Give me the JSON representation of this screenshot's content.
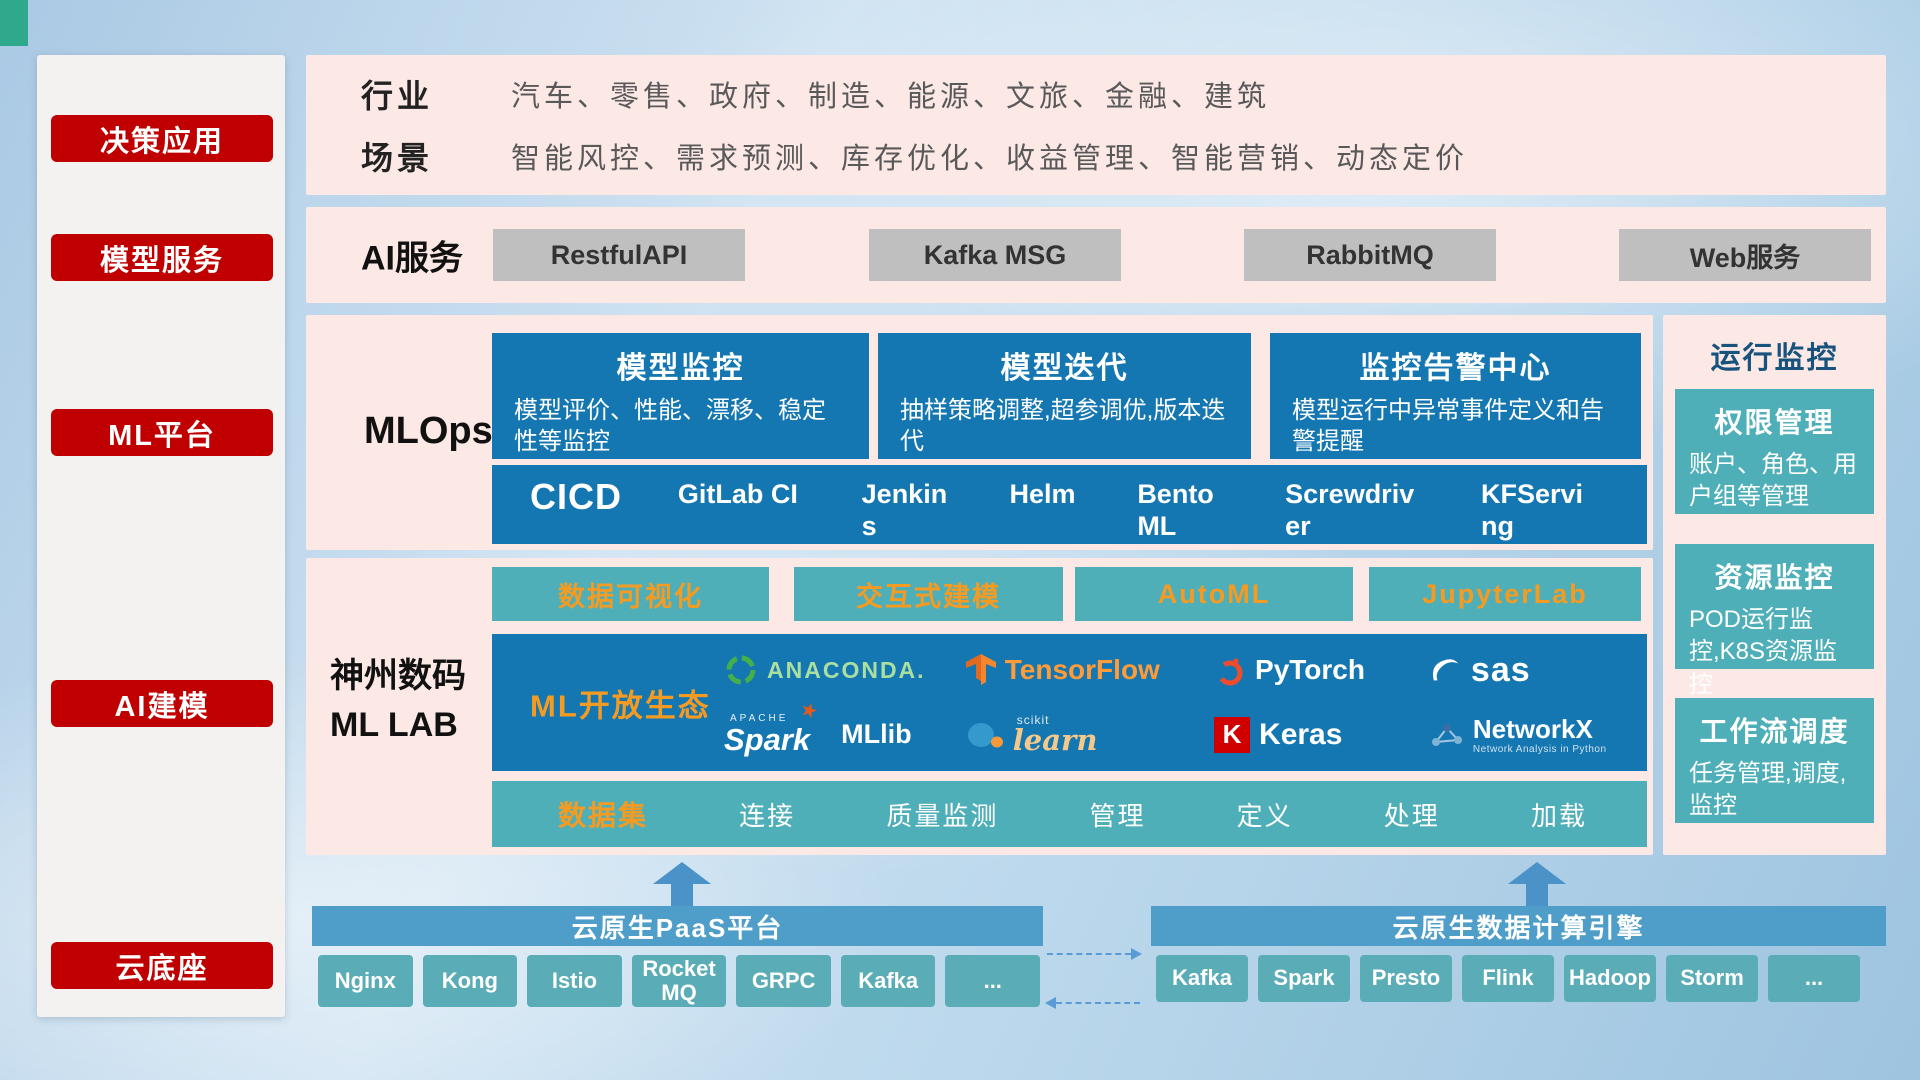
{
  "colors": {
    "red": "#c00000",
    "blue": "#1577b2",
    "teal": "#4fafb9",
    "barblue": "#4f9ec9",
    "orange": "#f59b22",
    "pink": "#fce9e6",
    "graybtn": "#bfbfbf",
    "arrow": "#4a92c8",
    "montitle": "#17537d"
  },
  "sidebar": {
    "items": [
      {
        "label": "决策应用"
      },
      {
        "label": "模型服务"
      },
      {
        "label": "ML平台"
      },
      {
        "label": "AI建模"
      },
      {
        "label": "云底座"
      }
    ]
  },
  "industry": {
    "rows": [
      {
        "label": "行业",
        "value": "汽车、零售、政府、制造、能源、文旅、金融、建筑"
      },
      {
        "label": "场景",
        "value": "智能风控、需求预测、库存优化、收益管理、智能营销、动态定价"
      }
    ]
  },
  "ai_service": {
    "label": "AI服务",
    "buttons": [
      "RestfulAPI",
      "Kafka MSG",
      "RabbitMQ",
      "Web服务"
    ]
  },
  "mlops": {
    "label": "MLOps",
    "cards": [
      {
        "title": "模型监控",
        "desc": "模型评价、性能、漂移、稳定性等监控"
      },
      {
        "title": "模型迭代",
        "desc": "抽样策略调整,超参调优,版本迭代"
      },
      {
        "title": "监控告警中心",
        "desc": "模型运行中异常事件定义和告警提醒"
      }
    ],
    "cicd": {
      "title": "CICD",
      "items": [
        "GitLab CI",
        "Jenkins",
        "Helm",
        "BentoML",
        "Screwdriver",
        "KFServing"
      ]
    }
  },
  "monitor": {
    "title": "运行监控",
    "cards": [
      {
        "title": "权限管理",
        "desc": "账户、角色、用户组等管理"
      },
      {
        "title": "资源监控",
        "desc": "POD运行监控,K8S资源监控"
      },
      {
        "title": "工作流调度",
        "desc": "任务管理,调度,监控"
      }
    ]
  },
  "mllab": {
    "name_line1": "神州数码",
    "name_line2": "ML LAB",
    "top_buttons": [
      "数据可视化",
      "交互式建模",
      "AutoML",
      "JupyterLab"
    ],
    "eco_label": "ML开放生态",
    "dataset": {
      "title": "数据集",
      "items": [
        "连接",
        "质量监测",
        "管理",
        "定义",
        "处理",
        "加载"
      ]
    }
  },
  "logos": {
    "anaconda": {
      "text": "ANACONDA."
    },
    "tensorflow": {
      "text": "TensorFlow"
    },
    "pytorch": {
      "text": "PyTorch"
    },
    "sas": {
      "text": "sas"
    },
    "spark": {
      "apache": "APACHE",
      "text": "Spark",
      "lib": "MLlib"
    },
    "sklearn": {
      "small": "scikit",
      "text": "learn"
    },
    "keras": {
      "k": "K",
      "text": "Keras"
    },
    "networkx": {
      "text": "NetworkX",
      "subtitle": "Network Analysis in Python"
    }
  },
  "cloud": {
    "paas": {
      "title": "云原生PaaS平台",
      "buttons": [
        "Nginx",
        "Kong",
        "Istio",
        "RocketMQ",
        "GRPC",
        "Kafka",
        "..."
      ]
    },
    "engine": {
      "title": "云原生数据计算引擎",
      "buttons": [
        "Kafka",
        "Spark",
        "Presto",
        "Flink",
        "Hadoop",
        "Storm",
        "..."
      ]
    }
  }
}
